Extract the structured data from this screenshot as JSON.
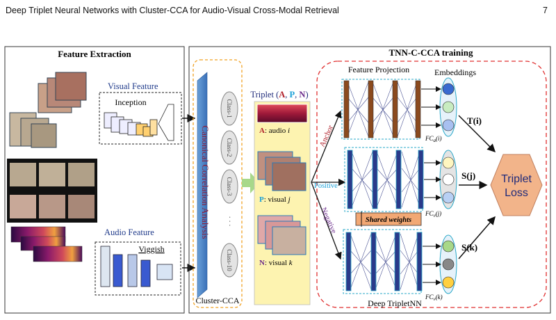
{
  "header": {
    "running_title": "Deep Triplet Neural Networks with Cluster-CCA for Audio-Visual Cross-Modal Retrieval",
    "page_number": "7"
  },
  "figure": {
    "feature_extraction": {
      "title": "Feature Extraction",
      "visual_feature_label": "Visual Feature",
      "inception_label": "Inception",
      "audio_feature_label": "Audio Feature",
      "vggish_label": "Viggish"
    },
    "cca": {
      "vertical_label": "Canonical Correlation Analysis",
      "classes": [
        "Class-1",
        "Class-2",
        "Class-3",
        "·  ·  ·",
        "Class-10"
      ],
      "caption": "Cluster-CCA"
    },
    "triplet": {
      "title_prefix": "Triplet (",
      "a": "A",
      "p": "P",
      "n": "N",
      "sep": ", ",
      "title_suffix": ")",
      "anchor_letter": "A",
      "anchor_text": ": audio ",
      "anchor_var": "i",
      "positive_letter": "P",
      "positive_text": ": visual ",
      "positive_var": "j",
      "negative_letter": "N",
      "negative_text": ": visual ",
      "negative_var": "k"
    },
    "tnn": {
      "title": "TNN-C-CCA training",
      "feature_projection": "Feature Projection",
      "embeddings": "Embeddings",
      "anchor": "Anchor",
      "positive": "Positive",
      "negative": "Negative",
      "shared_weights": "Shared weights",
      "fc_a_main": "FC",
      "fc_a_sub": "a",
      "fc_a_arg": "(i)",
      "fc_v1_main": "FC",
      "fc_v1_sub": "v",
      "fc_v1_arg": "(j)",
      "fc_v2_main": "FC",
      "fc_v2_sub": "v",
      "fc_v2_arg": "(k)",
      "deep_triplet": "Deep TripletNN",
      "t_i": "T(i)",
      "s_j": "S(j)",
      "s_k": "S(k)",
      "loss_line1": "Triplet",
      "loss_line2": "Loss"
    },
    "colors": {
      "brown": "#8b4a1e",
      "navy": "#1f2a7a",
      "cca_blue": "#4a86c8",
      "cca_text": "#8a1e3c",
      "loss_fill": "#f2b48a",
      "red_dash": "#e03030",
      "teal_dash": "#2aa8c8",
      "orange_dash": "#f0a020",
      "anchor_color": "#b0202a",
      "positive_color": "#1aa0d8",
      "negative_color": "#6a2a8a"
    }
  }
}
